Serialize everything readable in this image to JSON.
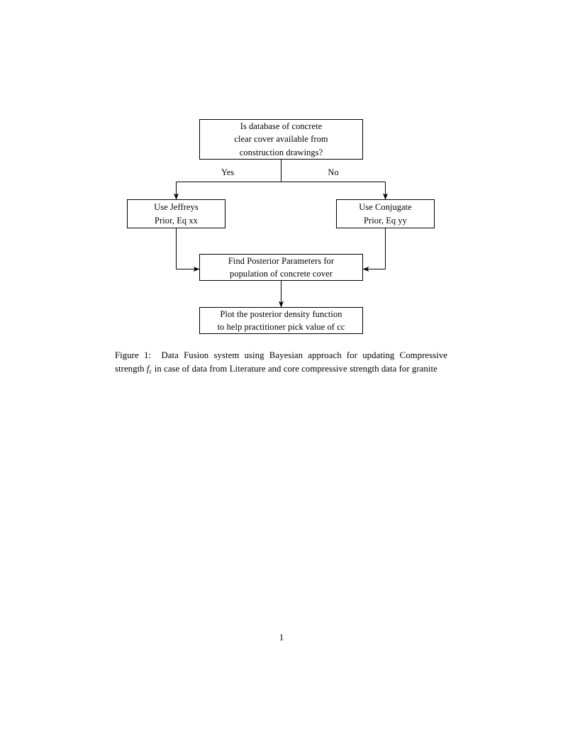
{
  "document": {
    "page_number": "1"
  },
  "figure": {
    "nodes": {
      "decision": {
        "name": "decision-node",
        "lines": [
          "Is database of concrete",
          "clear cover available from",
          "construction drawings?"
        ]
      },
      "jeffreys": {
        "name": "jeffreys-prior-node",
        "lines": [
          "Use Jeffreys",
          "Prior, Eq xx"
        ]
      },
      "conjugate": {
        "name": "conjugate-prior-node",
        "lines": [
          "Use Conjugate",
          "Prior, Eq yy"
        ]
      },
      "posterior": {
        "name": "find-posterior-node",
        "lines": [
          "Find Posterior Parameters for",
          "population of concrete cover"
        ]
      },
      "plot": {
        "name": "plot-posterior-node",
        "lines": [
          "Plot the posterior density function",
          "to help practitioner pick value of cc"
        ]
      }
    },
    "edge_labels": {
      "yes": "Yes",
      "no": "No"
    },
    "style": {
      "line_color": "#000000",
      "box_fill": "#ffffff"
    }
  },
  "caption": {
    "label": "Figure 1:",
    "text_part_1": "Data Fusion system using Bayesian approach for updating Compressive strength",
    "symbol": "f",
    "symbol_subscript": "c",
    "text_part_2": "in case of data from Literature and core compressive strength data for granite"
  }
}
